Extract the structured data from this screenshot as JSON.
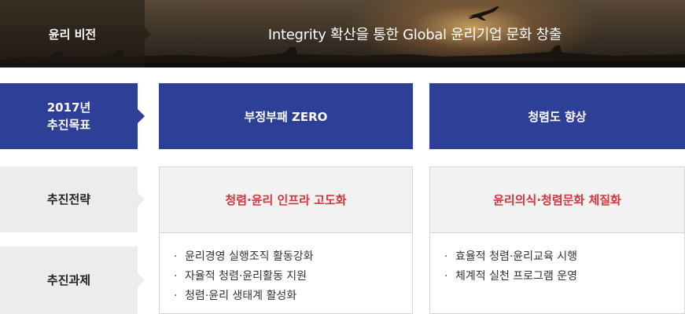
{
  "vision": {
    "label": "윤리 비전",
    "statement": "Integrity 확산을 통한 Global 윤리기업 문화 창출"
  },
  "rows": {
    "goal_label_line1": "2017년",
    "goal_label_line2": "추진목표",
    "strategy_label": "추진전략",
    "task_label": "추진과제"
  },
  "columns": [
    {
      "goal": "부정부패 ZERO",
      "strategy": "청렴·윤리 인프라 고도화",
      "tasks": [
        "윤리경영 실행조직 활동강화",
        "자율적 청렴·윤리활동 지원",
        "청렴·윤리 생태계 활성화"
      ]
    },
    {
      "goal": "청렴도 향상",
      "strategy": "윤리의식·청렴문화 체질화",
      "tasks": [
        "효율적 청렴·윤리교육 시행",
        "체계적 실천 프로그램 운영"
      ]
    }
  ],
  "bullet": "·",
  "colors": {
    "navy": "#2d3f96",
    "strategy_red": "#d3343d",
    "header_gray": "#ececec"
  },
  "icons": {
    "banner_image": "airplane-sunset-image"
  }
}
